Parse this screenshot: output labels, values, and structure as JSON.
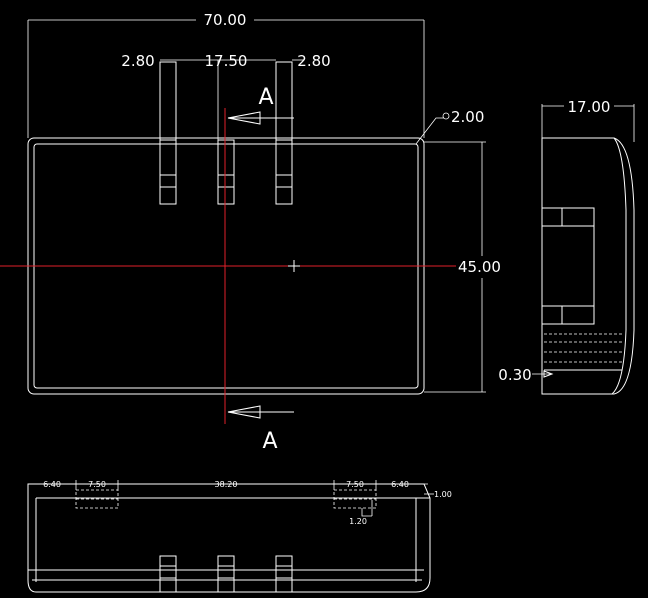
{
  "colors": {
    "background": "#000000",
    "lines": "#ffffff",
    "center_lines": "#e0202a"
  },
  "front_view": {
    "width_dim": "70.00",
    "pin_left_dim": "2.80",
    "pin_spacing_dim": "17.50",
    "pin_right_dim": "2.80",
    "radius_dim": "2.00",
    "height_dim": "45.00"
  },
  "section_marks": {
    "top": "A",
    "bottom": "A"
  },
  "side_view": {
    "depth_dim": "17.00",
    "wall_dim": "0.30"
  },
  "bottom_view": {
    "dim_a": "6.40",
    "dim_b": "7.50",
    "dim_c": "38.20",
    "dim_d": "7.50",
    "dim_e": "6.40",
    "dim_f": "1.00",
    "dim_g": "1.20"
  }
}
